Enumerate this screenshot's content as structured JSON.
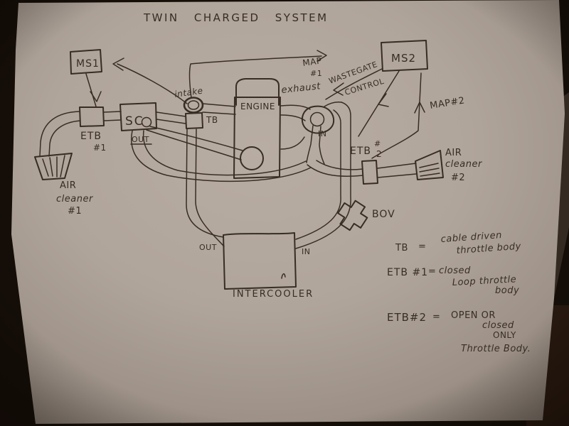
{
  "colors": {
    "ink": "#382d24",
    "paper": "#b3a89e",
    "paper_edge": "#8d8177",
    "bg": "#150e08"
  },
  "title": "TWIN CHARGED SYSTEM",
  "nodes": {
    "ms1": "MS1",
    "ms2": "MS2",
    "sc": "SC",
    "engine": "ENGINE",
    "intercooler": "INTERCOOLER",
    "tb": "TB",
    "bov": "BOV",
    "etb1_l1": "ETB",
    "etb1_l2": "#1",
    "etb2_l1": "ETB",
    "etb2_hash": "#",
    "etb2_num": "2",
    "air1_l1": "AIR",
    "air1_l2": "cleaner",
    "air1_l3": "#1",
    "air2_l1": "AIR",
    "air2_l2": "cleaner",
    "air2_l3": "#2"
  },
  "flows": {
    "intake": "intake",
    "exhaust": "exhaust",
    "map1_l1": "MAP",
    "map1_l2": "#1",
    "map2": "MAP#2",
    "wastegate_l1": "WASTEGATE",
    "wastegate_l2": "CONTROL",
    "sc_out": "OUT",
    "turbo_in": "IN",
    "ic_out": "OUT",
    "ic_in": "IN"
  },
  "legend": {
    "rows": [
      {
        "term": "TB",
        "eq": "=",
        "def": [
          "cable driven",
          "throttle body"
        ]
      },
      {
        "term": "ETB #1",
        "eq": "=",
        "def": [
          "closed",
          "Loop throttle",
          "body"
        ]
      },
      {
        "term": "ETB#2",
        "eq": "=",
        "def": [
          "OPEN OR",
          "closed",
          "ONLY",
          "Throttle Body."
        ]
      }
    ]
  }
}
